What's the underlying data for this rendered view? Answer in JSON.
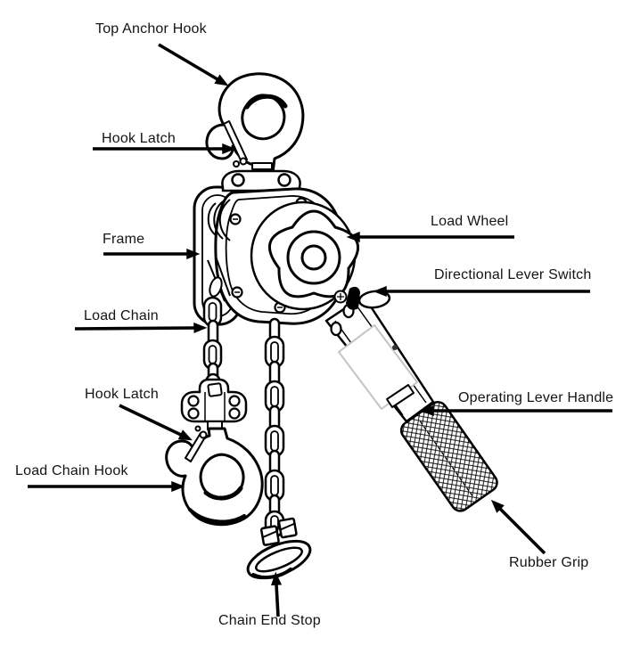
{
  "diagram": {
    "annotations": [
      {
        "id": "top-anchor-hook",
        "label": "Top Anchor Hook"
      },
      {
        "id": "hook-latch-upper",
        "label": "Hook Latch"
      },
      {
        "id": "frame",
        "label": "Frame"
      },
      {
        "id": "load-chain",
        "label": "Load Chain"
      },
      {
        "id": "hook-latch-lower",
        "label": "Hook Latch"
      },
      {
        "id": "load-chain-hook",
        "label": "Load Chain Hook"
      },
      {
        "id": "chain-end-stop",
        "label": "Chain End Stop"
      },
      {
        "id": "load-wheel",
        "label": "Load Wheel"
      },
      {
        "id": "directional-lever-switch",
        "label": "Directional Lever Switch"
      },
      {
        "id": "operating-lever-handle",
        "label": "Operating Lever Handle"
      },
      {
        "id": "rubber-grip",
        "label": "Rubber Grip"
      }
    ],
    "colors": {
      "ink": "#000000",
      "background": "#ffffff"
    }
  }
}
